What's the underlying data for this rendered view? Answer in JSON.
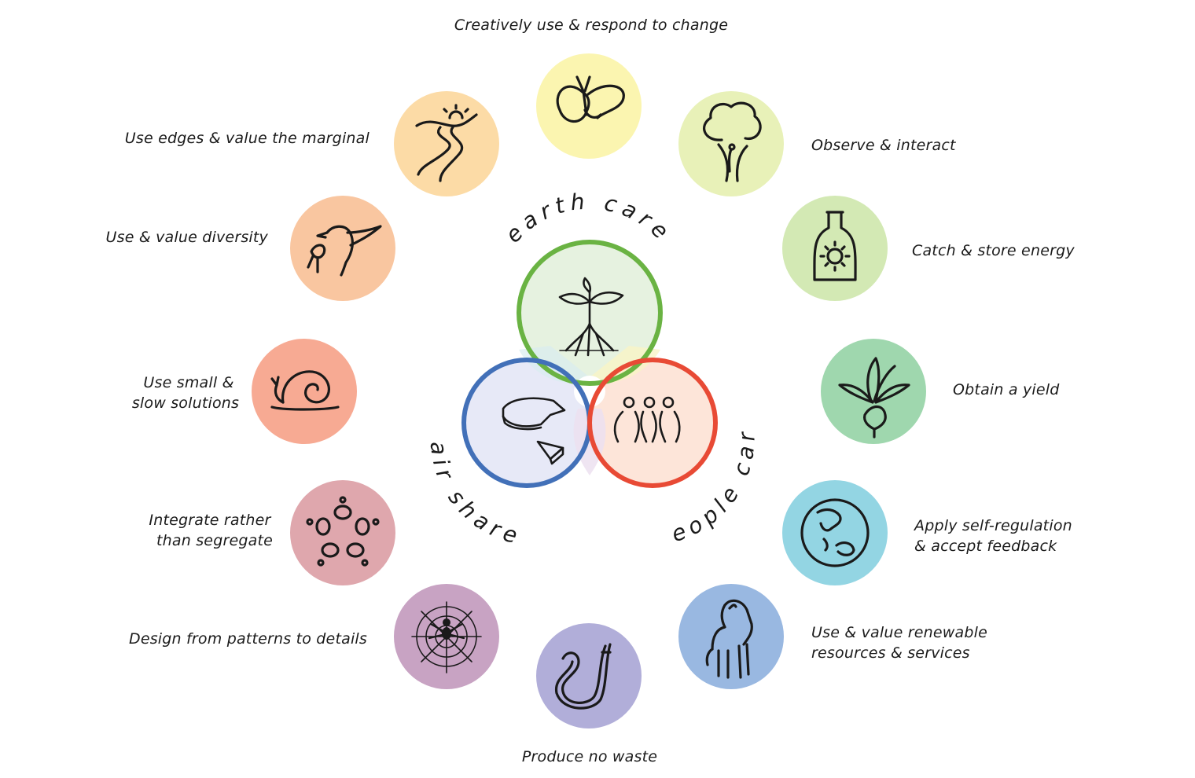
{
  "ethics": [
    {
      "id": "earth",
      "label": "earth care",
      "fill": "#e2f0da",
      "stroke": "#6ab343",
      "icon": "tree-icon"
    },
    {
      "id": "fair",
      "label": "fair share",
      "fill": "#e1e4f5",
      "stroke": "#4270b8",
      "icon": "pie-slice-icon"
    },
    {
      "id": "people",
      "label": "people care",
      "fill": "#fcdfd0",
      "stroke": "#e84a35",
      "icon": "people-icon"
    }
  ],
  "principles": [
    {
      "lines": [
        "Creatively use & respond to change"
      ],
      "color": "#fbf5b0",
      "icon": "butterfly-icon"
    },
    {
      "lines": [
        "Observe & interact"
      ],
      "color": "#e8f1b8",
      "icon": "tree-icon"
    },
    {
      "lines": [
        "Catch & store energy"
      ],
      "color": "#d3e9b4",
      "icon": "sun-bottle-icon"
    },
    {
      "lines": [
        "Obtain a yield"
      ],
      "color": "#9fd7ae",
      "icon": "beetroot-icon"
    },
    {
      "lines": [
        "Apply self-regulation",
        "& accept feedback"
      ],
      "color": "#93d5e3",
      "icon": "globe-icon"
    },
    {
      "lines": [
        "Use & value renewable",
        "resources & services"
      ],
      "color": "#99b8e1",
      "icon": "horse-icon"
    },
    {
      "lines": [
        "Produce no waste"
      ],
      "color": "#b1aed9",
      "icon": "worm-icon"
    },
    {
      "lines": [
        "Design from patterns to details"
      ],
      "color": "#c8a3c3",
      "icon": "spider-web-icon"
    },
    {
      "lines": [
        "Integrate rather",
        "than segregate"
      ],
      "color": "#dfa7ad",
      "icon": "flower-ring-icon"
    },
    {
      "lines": [
        "Use small &",
        "slow solutions"
      ],
      "color": "#f7aa93",
      "icon": "snail-icon"
    },
    {
      "lines": [
        "Use & value diversity"
      ],
      "color": "#f9c6a0",
      "icon": "hummingbird-icon"
    },
    {
      "lines": [
        "Use edges & value the marginal"
      ],
      "color": "#fcdba6",
      "icon": "river-icon"
    }
  ]
}
